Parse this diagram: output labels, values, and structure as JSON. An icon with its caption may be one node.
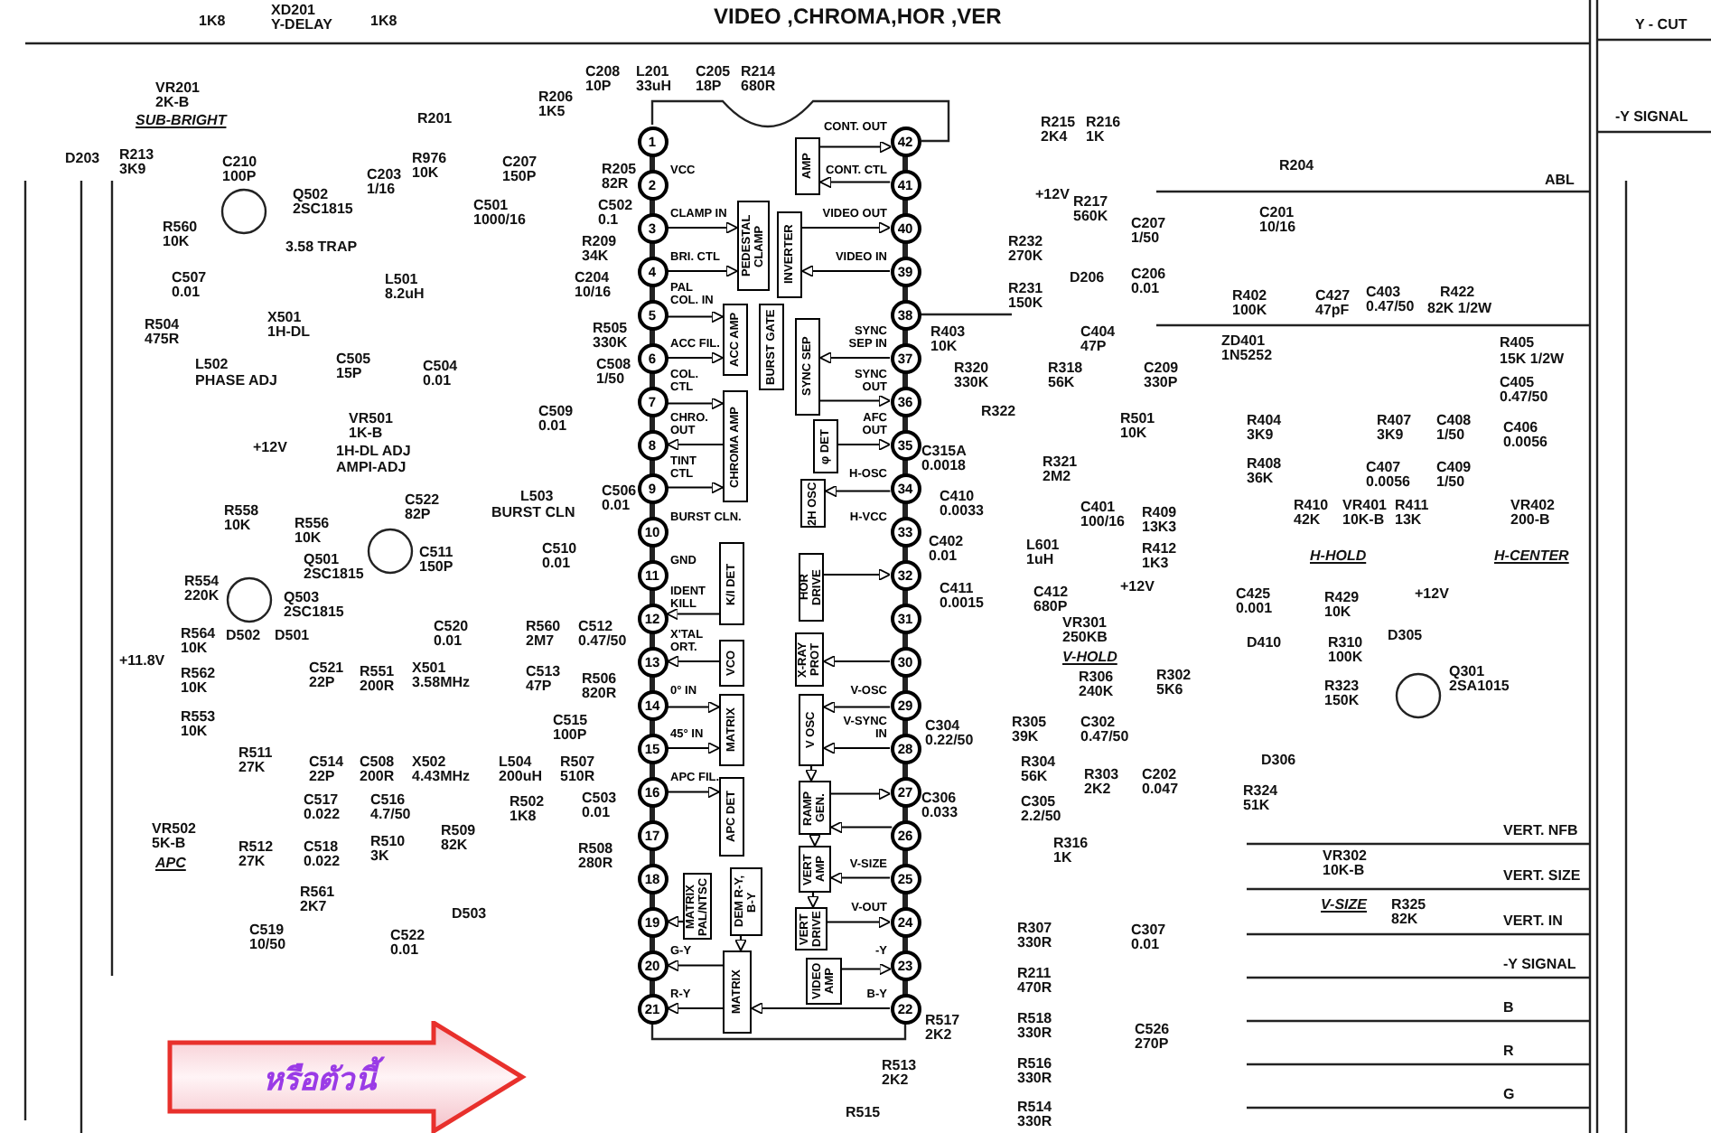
{
  "diagram": {
    "title": "VIDEO ,CHROMA,HOR ,VER",
    "nodes": [
      {
        "text": [
          "1"
        ]
      },
      {
        "text": [
          "2"
        ],
        "beside": [
          "VCC"
        ]
      },
      {
        "text": [
          "3"
        ],
        "beside": [
          "CLAMP IN"
        ]
      },
      {
        "text": [
          "4"
        ],
        "beside": [
          "BRI. CTL"
        ]
      },
      {
        "text": [
          "5"
        ],
        "beside": [
          "PAL COL. IN"
        ]
      },
      {
        "text": [
          "6"
        ],
        "beside": [
          "ACC FIL."
        ]
      },
      {
        "text": [
          "7"
        ],
        "beside": [
          "COL. CTL"
        ]
      },
      {
        "text": [
          "8"
        ],
        "beside": [
          "CHRO. OUT"
        ]
      },
      {
        "text": [
          "9"
        ],
        "beside": [
          "TINT CTL"
        ]
      },
      {
        "text": [
          "10"
        ],
        "beside": [
          "BURST CLN."
        ]
      },
      {
        "text": [
          "11"
        ],
        "beside": [
          "GND"
        ]
      },
      {
        "text": [
          "12"
        ],
        "beside": [
          "IDENT KILL"
        ]
      },
      {
        "text": [
          "13"
        ],
        "beside": [
          "X'TAL ORT."
        ]
      },
      {
        "text": [
          "14"
        ],
        "beside": [
          "0° IN"
        ]
      },
      {
        "text": [
          "15"
        ],
        "beside": [
          "45° IN"
        ]
      },
      {
        "text": [
          "16"
        ],
        "beside": [
          "APC FIL."
        ]
      },
      {
        "text": [
          "17"
        ]
      },
      {
        "text": [
          "18"
        ]
      },
      {
        "text": [
          "19"
        ]
      },
      {
        "text": [
          "20"
        ],
        "beside": [
          "G-Y"
        ]
      },
      {
        "text": [
          "21"
        ],
        "beside": [
          "R-Y"
        ]
      },
      {
        "text": [
          "22"
        ],
        "beside": [
          "B-Y"
        ]
      },
      {
        "text": [
          "23"
        ],
        "beside": [
          "-Y"
        ]
      },
      {
        "text": [
          "24"
        ],
        "beside": [
          "V-OUT"
        ]
      },
      {
        "text": [
          "25"
        ],
        "beside": [
          "V-SIZE"
        ]
      },
      {
        "text": [
          "26"
        ]
      },
      {
        "text": [
          "27"
        ]
      },
      {
        "text": [
          "28"
        ],
        "beside": [
          "V-SYNC IN"
        ]
      },
      {
        "text": [
          "29"
        ],
        "beside": [
          "V-OSC"
        ]
      },
      {
        "text": [
          "30"
        ]
      },
      {
        "text": [
          "31"
        ]
      },
      {
        "text": [
          "32"
        ]
      },
      {
        "text": [
          "33"
        ],
        "beside": [
          "H-VCC"
        ]
      },
      {
        "text": [
          "34"
        ],
        "beside": [
          "H-OSC"
        ]
      },
      {
        "text": [
          "35"
        ],
        "beside": [
          "AFC OUT"
        ]
      },
      {
        "text": [
          "36"
        ],
        "beside": [
          "SYNC OUT"
        ]
      },
      {
        "text": [
          "37"
        ],
        "beside": [
          "SYNC SEP IN"
        ]
      },
      {
        "text": [
          "38"
        ]
      },
      {
        "text": [
          "39"
        ],
        "beside": [
          "VIDEO IN"
        ]
      },
      {
        "text": [
          "40"
        ],
        "beside": [
          "VIDEO OUT"
        ]
      },
      {
        "text": [
          "41"
        ],
        "beside": [
          "CONT. CTL"
        ]
      },
      {
        "text": [
          "42"
        ],
        "beside": [
          "CONT. OUT"
        ]
      },
      {
        "text": [
          "AMP"
        ]
      },
      {
        "text": [
          "PEDESTAL CLAMP"
        ]
      },
      {
        "text": [
          "INVERTER"
        ]
      },
      {
        "text": [
          "ACC AMP"
        ]
      },
      {
        "text": [
          "BURST GATE"
        ]
      },
      {
        "text": [
          "SYNC SEP"
        ]
      },
      {
        "text": [
          "CHROMA AMP"
        ]
      },
      {
        "text": [
          "φ DET"
        ]
      },
      {
        "text": [
          "2H OSC"
        ]
      },
      {
        "text": [
          "K/I DET"
        ]
      },
      {
        "text": [
          "HOR DRIVE"
        ]
      },
      {
        "text": [
          "VCO"
        ]
      },
      {
        "text": [
          "X-RAY PROT"
        ]
      },
      {
        "text": [
          "MATRIX"
        ]
      },
      {
        "text": [
          "V OSC"
        ]
      },
      {
        "text": [
          "APC DET"
        ]
      },
      {
        "text": [
          "RAMP GEN."
        ]
      },
      {
        "text": [
          "VERT AMP"
        ]
      },
      {
        "text": [
          "MATRIX PAL/NTSC"
        ]
      },
      {
        "text": [
          "DEM R-Y, B-Y"
        ]
      },
      {
        "text": [
          "VERT DRIVE"
        ]
      },
      {
        "text": [
          "MATRIX"
        ]
      },
      {
        "text": [
          "VIDEO AMP"
        ]
      },
      {
        "text": [
          "หรือตัวนี้"
        ]
      }
    ],
    "edges": [
      {
        "from": 42,
        "to": 41,
        "arrow": "to"
      },
      {
        "from": 40,
        "to": 42,
        "arrow": "to"
      },
      {
        "from": 2,
        "to": 43,
        "arrow": "to"
      },
      {
        "from": 3,
        "to": 43,
        "arrow": "to"
      },
      {
        "from": 44,
        "to": 39,
        "arrow": "to"
      },
      {
        "from": 38,
        "to": 44,
        "arrow": "to"
      },
      {
        "from": 4,
        "to": 45,
        "arrow": "to"
      },
      {
        "from": 5,
        "to": 45,
        "arrow": "to"
      },
      {
        "from": 36,
        "to": 47,
        "arrow": "to"
      },
      {
        "from": 47,
        "to": 35,
        "arrow": "to"
      },
      {
        "from": 6,
        "to": 48,
        "arrow": "to"
      },
      {
        "from": 48,
        "to": 7,
        "arrow": "to"
      },
      {
        "from": 8,
        "to": 48,
        "arrow": "to"
      },
      {
        "from": 49,
        "to": 34,
        "arrow": "to"
      },
      {
        "from": 33,
        "to": 50,
        "arrow": "to"
      },
      {
        "from": 52,
        "to": 31,
        "arrow": "to"
      },
      {
        "from": 29,
        "to": 54,
        "arrow": "to"
      },
      {
        "from": 28,
        "to": 56,
        "arrow": "to"
      },
      {
        "from": 27,
        "to": 56,
        "arrow": "to"
      },
      {
        "from": 58,
        "to": 26,
        "arrow": "to"
      },
      {
        "from": 25,
        "to": 58,
        "arrow": "to"
      },
      {
        "from": 24,
        "to": 59,
        "arrow": "to"
      },
      {
        "from": 62,
        "to": 23,
        "arrow": "to"
      },
      {
        "from": 64,
        "to": 22,
        "arrow": "to"
      },
      {
        "from": 21,
        "to": 63,
        "arrow": "to"
      },
      {
        "from": 53,
        "to": 12,
        "arrow": "to"
      },
      {
        "from": 13,
        "to": 55,
        "arrow": "to"
      },
      {
        "from": 14,
        "to": 55,
        "arrow": "to"
      },
      {
        "from": 15,
        "to": 57,
        "arrow": "to"
      },
      {
        "from": 60,
        "to": 18,
        "arrow": "to"
      },
      {
        "from": 63,
        "to": 19,
        "arrow": "to"
      },
      {
        "from": 63,
        "to": 20,
        "arrow": "to"
      },
      {
        "from": 51,
        "to": 11,
        "arrow": "to"
      },
      {
        "from": 56,
        "to": 58,
        "arrow": "to"
      },
      {
        "from": 58,
        "to": 59,
        "arrow": "to"
      },
      {
        "from": 59,
        "to": 62,
        "arrow": "to"
      },
      {
        "from": 61,
        "to": 63,
        "arrow": "to"
      }
    ],
    "labels": [
      "1K8",
      "1K8",
      "XD201 Y-DELAY",
      "VR201 2K-B",
      "SUB-BRIGHT",
      "D203",
      "R213 3K9",
      "C210 100P",
      "Q502 2SC1815",
      "R560 10K",
      "3.58 TRAP",
      "C203 1/16",
      "R201",
      "R976 10K",
      "C501 1000/16",
      "R206 1K5",
      "C208 10P",
      "L201 33uH",
      "C205 18P",
      "R214 680R",
      "C207 150P",
      "R205 82R",
      "C502 0.1",
      "R209 34K",
      "C204 10/16",
      "R505 330K",
      "C508 1/50",
      "C507 0.01",
      "R504 475R",
      "X501 1H-DL",
      "L502",
      "PHASE ADJ",
      "C505 15P",
      "L501 8.2uH",
      "C504 0.01",
      "VR501 1K-B",
      "1H-DL ADJ",
      "AMPI-ADJ",
      "C509 0.01",
      "C506 0.01",
      "+12V",
      "R558 10K",
      "R556 10K",
      "C522 82P",
      "L503",
      "BURST CLN",
      "C511 150P",
      "C510 0.01",
      "Q501 2SC1815",
      "R554 220K",
      "Q503 2SC1815",
      "R564 10K",
      "D502",
      "D501",
      "C520 0.01",
      "+11.8V",
      "R562 10K",
      "C521 22P",
      "R551 200R",
      "X501 3.58MHz",
      "R553 10K",
      "R511 27K",
      "C514 22P",
      "C508 200R",
      "X502 4.43MHz",
      "C517 0.022",
      "C516 4.7/50",
      "VR502 5K-B",
      "R509 82K",
      "APC",
      "R512 27K",
      "C518 0.022",
      "R510 3K",
      "R561 2K7",
      "D503",
      "C519 10/50",
      "C522 0.01",
      "R560 2M7",
      "C512 0.47/50",
      "C513 47P",
      "R506 820R",
      "C515 100P",
      "L504 200uH",
      "R507 510R",
      "R502 1K8",
      "C503 0.01",
      "R508 280R",
      "R215 2K4",
      "R216 1K",
      "+12V",
      "R217 560K",
      "C207 1/50",
      "R232 270K",
      "R231 150K",
      "D206",
      "C206 0.01",
      "R403 10K",
      "C404 47P",
      "R320 330K",
      "R318 56K",
      "C209 330P",
      "R322",
      "R501 10K",
      "C315A 0.0018",
      "R321 2M2",
      "C410 0.0033",
      "C401 100/16",
      "R409 13K3",
      "C402 0.01",
      "L601 1uH",
      "R412 1K3",
      "C411 0.0015",
      "C412 680P",
      "+12V",
      "VR301 250KB",
      "V-HOLD",
      "R306 240K",
      "R302 5K6",
      "C304 0.22/50",
      "R305 39K",
      "C302 0.47/50",
      "R304 56K",
      "R303 2K2",
      "C202 0.047",
      "C306 0.033",
      "C305 2.2/50",
      "R316 1K",
      "R307 330R",
      "C307 0.01",
      "R211 470R",
      "R517 2K2",
      "R518 330R",
      "C526 270P",
      "R513 2K2",
      "R516 330R",
      "R515",
      "R514 330R",
      "R204",
      "C201 10/16",
      "R402 100K",
      "C427 47pF",
      "C403 0.47/50",
      "R422",
      "82K 1/2W",
      "ZD401 1N5252",
      "R405",
      "15K 1/2W",
      "C405 0.47/50",
      "R404 3K9",
      "R407 3K9",
      "C408 1/50",
      "C406 0.0056",
      "R408 36K",
      "C407 0.0056",
      "C409 1/50",
      "R410 42K",
      "VR401 10K-B",
      "R411 13K",
      "VR402 200-B",
      "H-HOLD",
      "H-CENTER",
      "Y - CUT",
      "-Y SIGNAL",
      "ABL",
      "C425 0.001",
      "R429 10K",
      "+12V",
      "D410",
      "R310 100K",
      "D305",
      "R323 150K",
      "Q301 2SA1015",
      "D306",
      "R324 51K",
      "VERT. NFB",
      "VR302 10K-B",
      "V-SIZE",
      "R325 82K",
      "VERT. SIZE",
      "VERT. IN",
      "-Y SIGNAL",
      "B",
      "R",
      "G"
    ]
  }
}
